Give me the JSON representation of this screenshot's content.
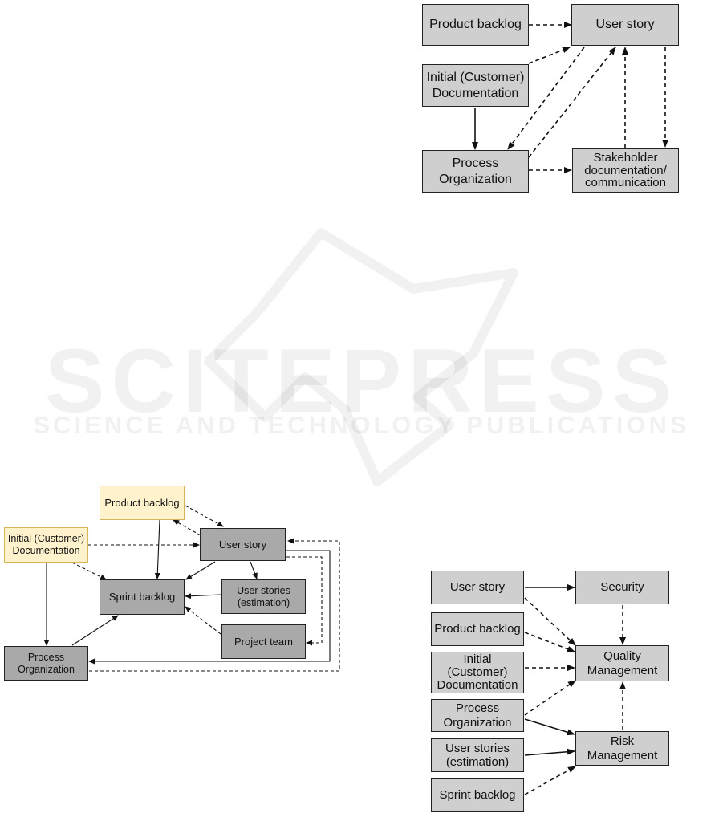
{
  "watermark": {
    "title": "SCITEPRESS",
    "subtitle": "SCIENCE AND TECHNOLOGY PUBLICATIONS"
  },
  "diagram1": {
    "product_backlog": "Product backlog",
    "user_story": "User story",
    "initial_documentation": "Initial (Customer)\nDocumentation",
    "process_organization": "Process\nOrganization",
    "stakeholder": "Stakeholder\ndocumentation/\ncommunication"
  },
  "diagram2": {
    "product_backlog": "Product backlog",
    "initial_documentation": "Initial (Customer)\nDocumentation",
    "user_story": "User story",
    "sprint_backlog": "Sprint backlog",
    "user_stories_estimation": "User stories\n(estimation)",
    "project_team": "Project team",
    "process_organization": "Process\nOrganization"
  },
  "diagram3": {
    "user_story": "User story",
    "security": "Security",
    "product_backlog": "Product backlog",
    "initial_documentation": "Initial\n(Customer)\nDocumentation",
    "quality_management": "Quality\nManagement",
    "process_organization": "Process\nOrganization",
    "risk_management": "Risk\nManagement",
    "user_stories_estimation": "User stories\n(estimation)",
    "sprint_backlog": "Sprint backlog"
  },
  "colors": {
    "node_light": "#cfcfcf",
    "node_dark": "#a9a9a9",
    "node_yellow": "#fff2cc",
    "node_yellow_border": "#d6b656"
  }
}
